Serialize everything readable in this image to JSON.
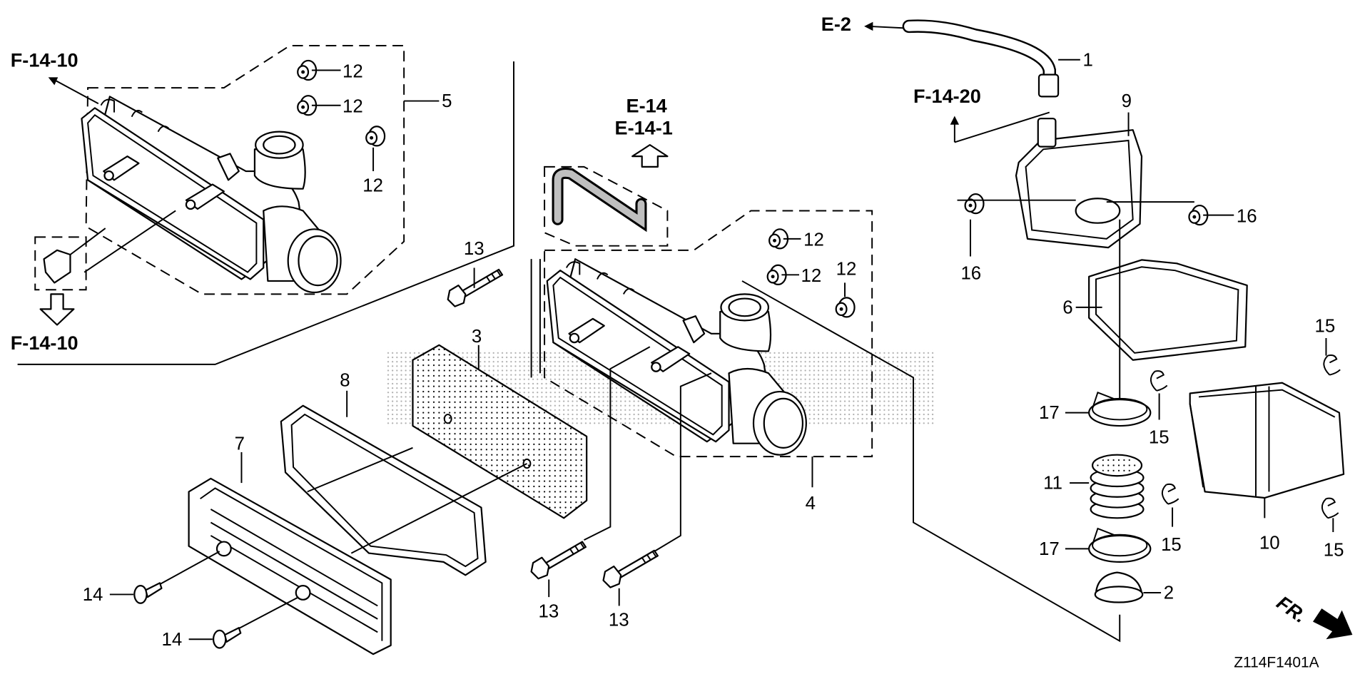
{
  "references": {
    "f_14_10_top": "F-14-10",
    "f_14_10_bottom": "F-14-10",
    "e_14": "E-14",
    "e_14_1": "E-14-1",
    "e_2": "E-2",
    "f_14_20": "F-14-20"
  },
  "callouts": {
    "c1": "1",
    "c2": "2",
    "c3": "3",
    "c4": "4",
    "c5": "5",
    "c6": "6",
    "c7": "7",
    "c8": "8",
    "c9": "9",
    "c10": "10",
    "c11": "11",
    "c12a": "12",
    "c12b": "12",
    "c12c": "12",
    "c12d": "12",
    "c12e": "12",
    "c12f": "12",
    "c13a": "13",
    "c13b": "13",
    "c13c": "13",
    "c14a": "14",
    "c14b": "14",
    "c15a": "15",
    "c15b": "15",
    "c15c": "15",
    "c15d": "15",
    "c16a": "16",
    "c16b": "16",
    "c17a": "17",
    "c17b": "17"
  },
  "direction_label": "FR.",
  "diagram_code": "Z114F1401A",
  "colors": {
    "line": "#000000",
    "background": "#ffffff",
    "watermark": "#9a9a9a"
  }
}
